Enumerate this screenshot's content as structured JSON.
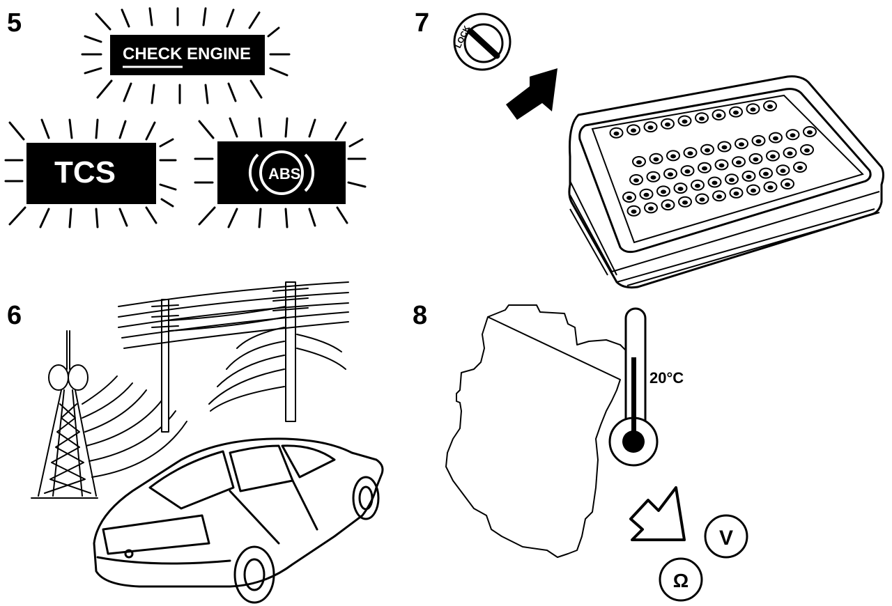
{
  "panels": {
    "p5": {
      "number": "5",
      "check_engine": "CHECK ENGINE",
      "tcs": "TCS",
      "abs": "ABS"
    },
    "p6": {
      "number": "6"
    },
    "p7": {
      "number": "7",
      "lock_label": "LOCK"
    },
    "p8": {
      "number": "8",
      "temperature": "20°C",
      "volt_symbol": "V",
      "ohm_symbol": "Ω"
    }
  }
}
